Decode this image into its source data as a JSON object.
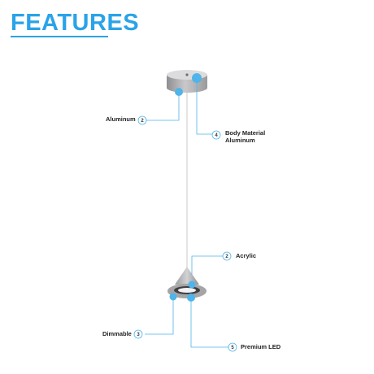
{
  "heading": "FEATURES",
  "colors": {
    "accent": "#2aa3e8",
    "leader": "#4fb4ea",
    "fixture": "#a9a9ab"
  },
  "callouts": [
    {
      "id": "aluminum",
      "label": "Aluminum",
      "number": "2"
    },
    {
      "id": "body",
      "label_line1": "Body Material",
      "label_line2": "Aluminum",
      "number": "4"
    },
    {
      "id": "acrylic",
      "label": "Acrylic",
      "number": "2"
    },
    {
      "id": "dimmable",
      "label": "Dimmable",
      "number": "3"
    },
    {
      "id": "led",
      "label": "Premium LED",
      "number": "5"
    }
  ]
}
